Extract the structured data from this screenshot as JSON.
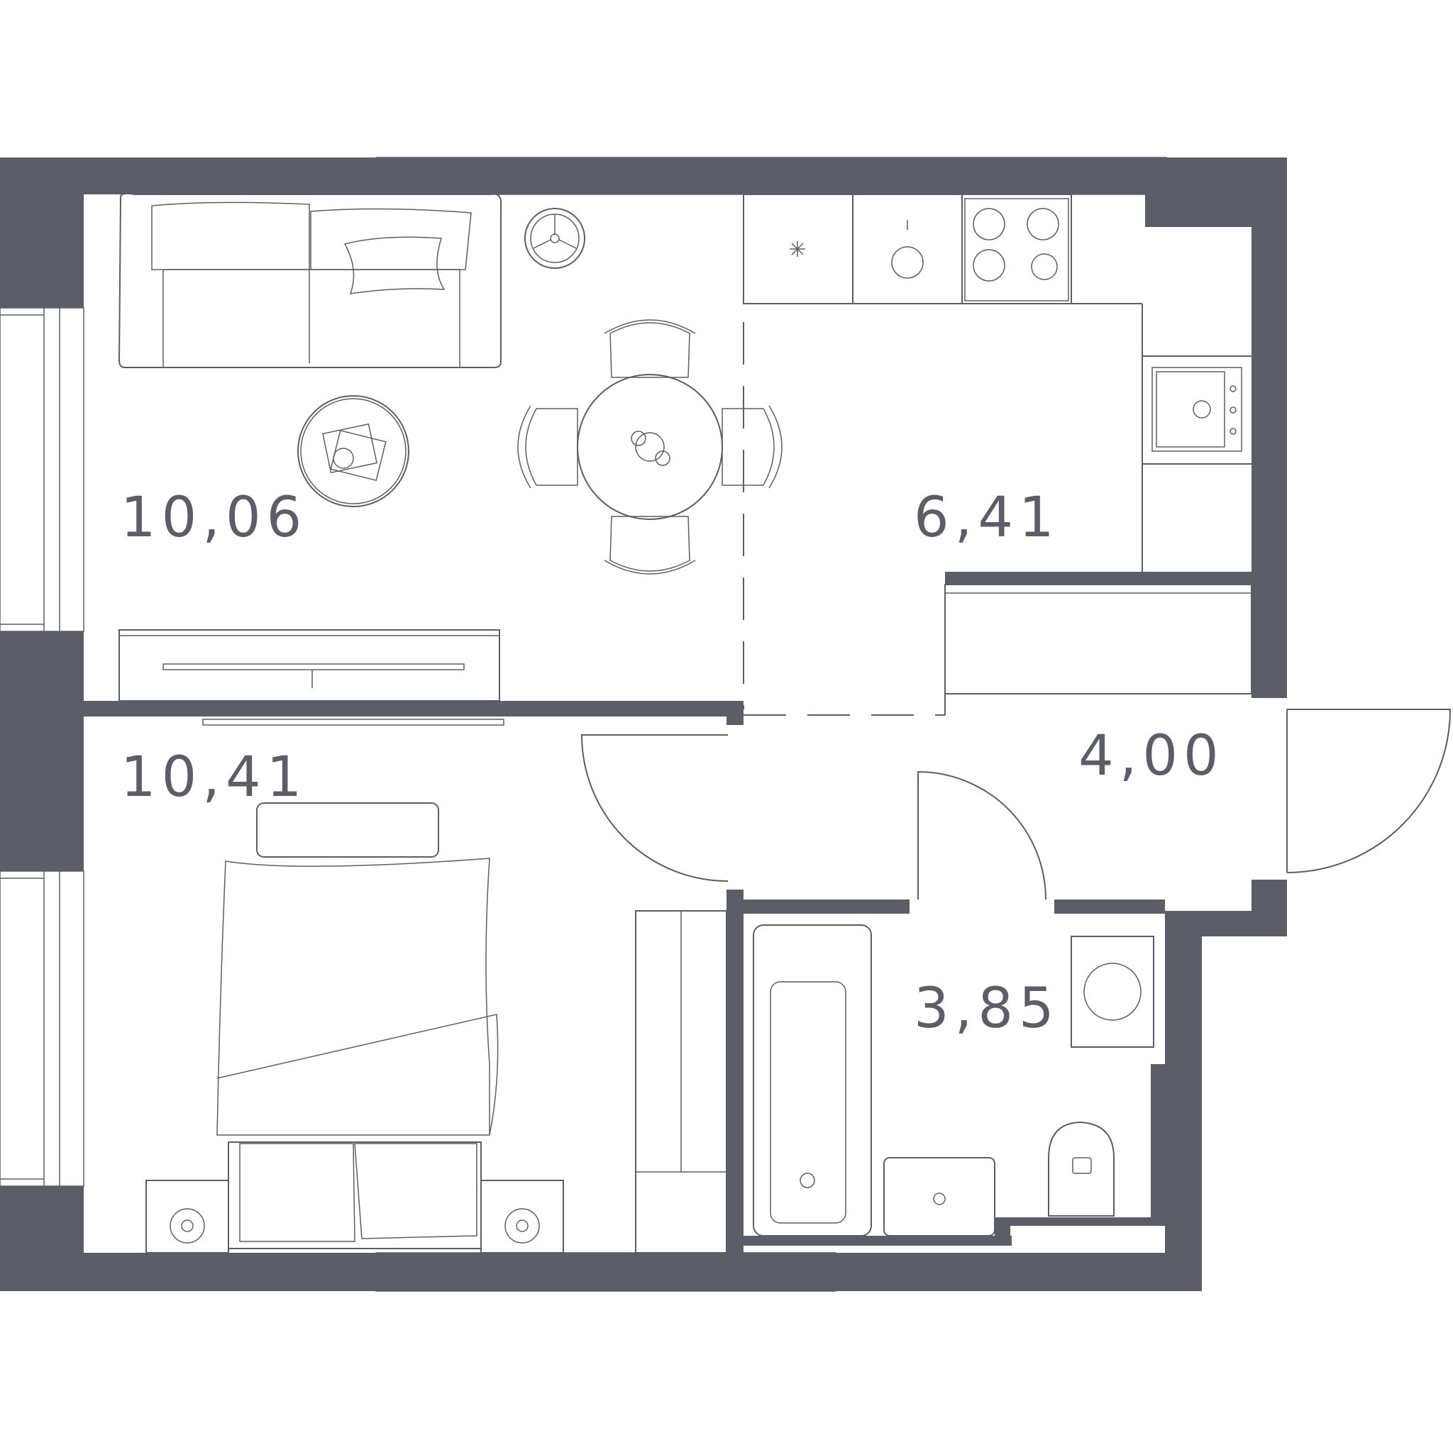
{
  "colors": {
    "wall": "#5b5e66",
    "line": "#5b5e66",
    "background": "#ffffff"
  },
  "rooms": [
    {
      "id": "living",
      "area": "10,06"
    },
    {
      "id": "kitchen",
      "area": "6,41"
    },
    {
      "id": "hall",
      "area": "4,00"
    },
    {
      "id": "bedroom",
      "area": "10,41"
    },
    {
      "id": "bathroom",
      "area": "3,85"
    }
  ]
}
